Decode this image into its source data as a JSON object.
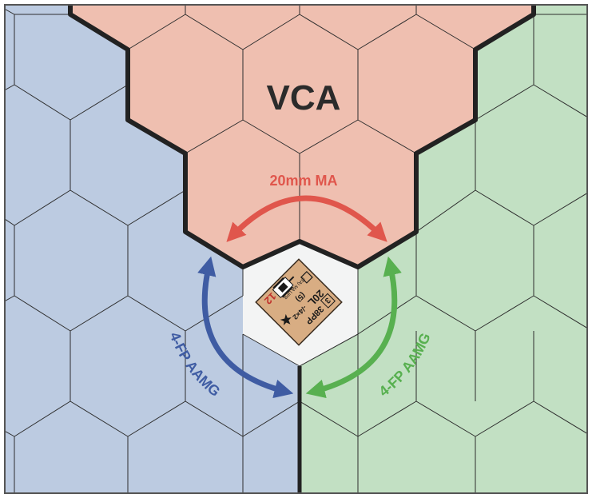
{
  "zones": {
    "vca": {
      "label": "VCA",
      "color": "#efbfb0"
    },
    "left": {
      "color": "#bccbe1"
    },
    "right": {
      "color": "#c2e0c3"
    },
    "center": {
      "color": "#f3f4f4"
    }
  },
  "arcs": {
    "front": {
      "label": "20mm MA",
      "color": "#e0564c"
    },
    "left": {
      "label": "4-FP AAMG",
      "color": "#3f5ca3"
    },
    "right": {
      "label": "4-FP AAMG",
      "color": "#58b050"
    }
  },
  "counter": {
    "name": "38PP",
    "ma": "20L",
    "fp": "-/4×2",
    "rof": "3",
    "armor": "(5)",
    "bottom_left": "12",
    "notes": "(TA)  MA  UPB",
    "color": "#d8ad83"
  }
}
